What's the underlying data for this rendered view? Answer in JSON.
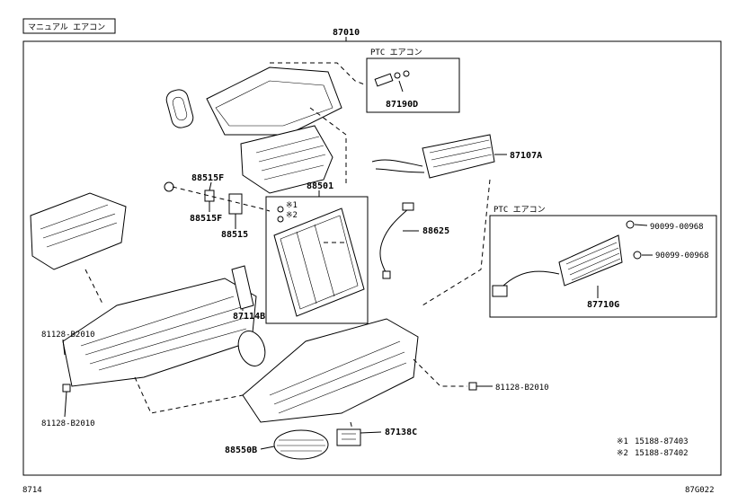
{
  "header": {
    "variant": "マニュアル エアコン"
  },
  "assembly": {
    "main": "87010"
  },
  "ptc_boxes": [
    {
      "title": "PTC エアコン",
      "part": "87190D"
    },
    {
      "title": "PTC エアコン",
      "parts": [
        "90099-00968",
        "90099-00968",
        "87710G"
      ]
    }
  ],
  "callouts": {
    "p87107A": "87107A",
    "p88501": "88501",
    "note1": "※1",
    "note2": "※2",
    "p88625": "88625",
    "p88515F_a": "88515F",
    "p88515F_b": "88515F",
    "p88515": "88515",
    "p87114B": "87114B",
    "p81128_left_top": "81128-B2010",
    "p81128_left_bottom": "81128-B2010",
    "p81128_right": "81128-B2010",
    "p87138C": "87138C",
    "p88550B": "88550B"
  },
  "legend": [
    {
      "mark": "※1",
      "part": "15188-87403"
    },
    {
      "mark": "※2",
      "part": "15188-87402"
    }
  ],
  "footer": {
    "left": "8714",
    "right": "87G022"
  },
  "icon": "hvac-exploded-view"
}
